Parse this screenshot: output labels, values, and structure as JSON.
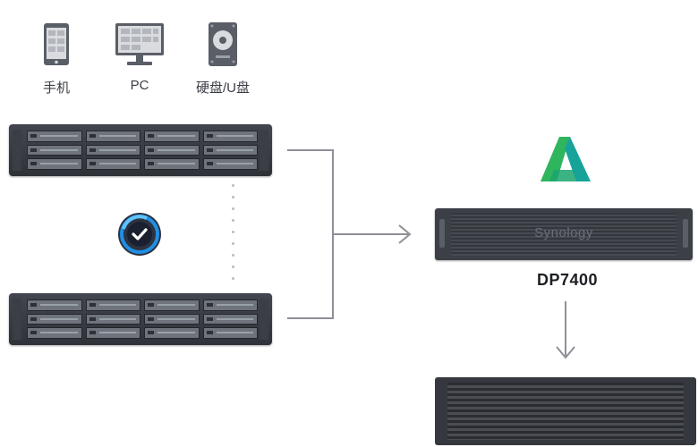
{
  "sources": [
    {
      "label": "手机",
      "icon": "mobile-phone-icon"
    },
    {
      "label": "PC",
      "icon": "monitor-icon"
    },
    {
      "label": "硬盘/U盘",
      "icon": "hard-drive-icon"
    }
  ],
  "center_icon": "backup-sync-icon",
  "target": {
    "brand": "Synology",
    "label": "DP7400",
    "logo": "active-protect-logo"
  },
  "expansion": {
    "icon": "expansion-unit"
  },
  "colors": {
    "chassis": "#33363c",
    "connector": "#8d9097",
    "logo_green": "#2fb55d",
    "logo_teal": "#17a39a"
  }
}
